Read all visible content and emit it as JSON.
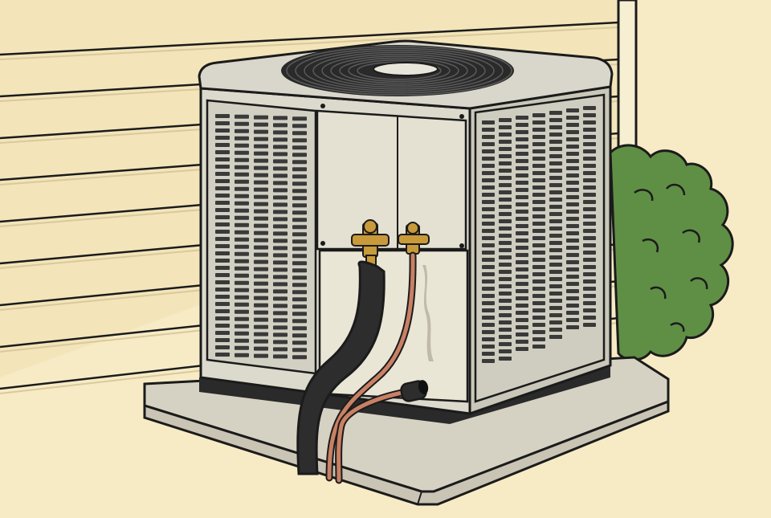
{
  "scene": {
    "subject": "ac-condenser-unit",
    "colors": {
      "background": "#f7ebc6",
      "siding": "#f3e4ba",
      "siding_line": "#1b1b1b",
      "trim": "#f7efd2",
      "pad": "#c9c4b4",
      "pad_top": "#d6d2c3",
      "cabinet": "#dcdacd",
      "cabinet_shade": "#c9c7b9",
      "top_cap": "#d9d7cb",
      "fan_grille": "#2a2a2a",
      "louver": "#3a3a3a",
      "panel_bay": "#eae6d6",
      "bush": "#5f8f45",
      "bush_light": "#6e9e52",
      "brass": "#c89a3a",
      "copper": "#c98064",
      "insulation": "#2d2d2d",
      "outline": "#1b1b1b",
      "stain": "#9c9684"
    },
    "icons": [
      "house-siding",
      "bush-icon",
      "condenser-cabinet",
      "fan-grille-icon",
      "service-valve-icon",
      "refrigerant-line-icon",
      "condensate-drain-icon",
      "concrete-pad"
    ]
  }
}
